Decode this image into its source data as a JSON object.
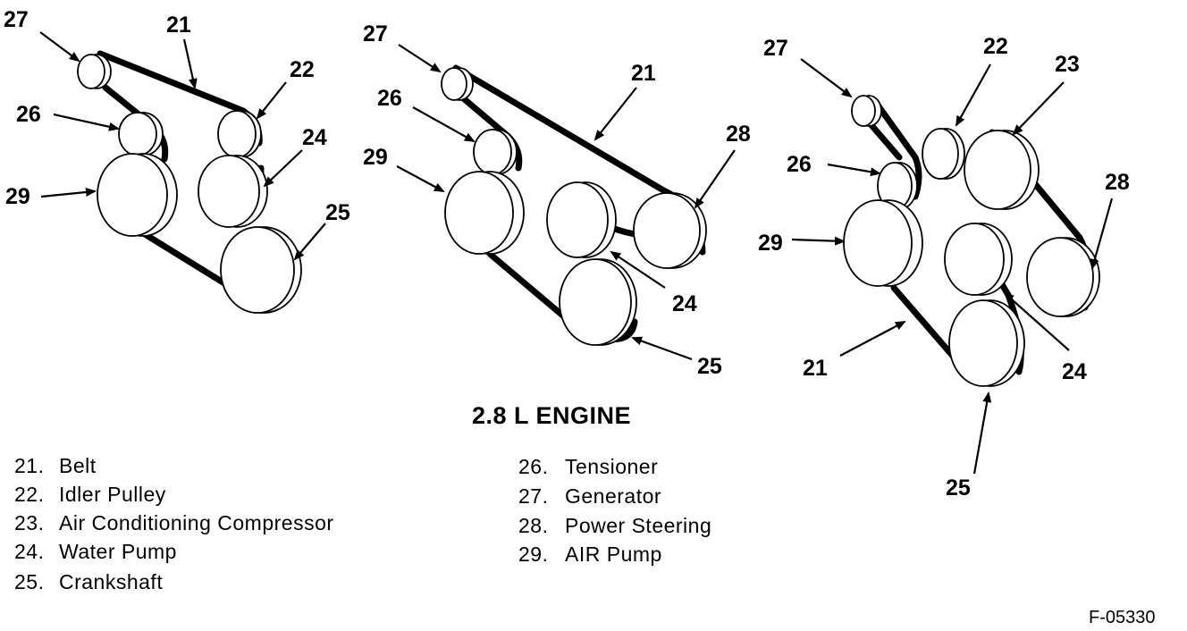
{
  "title": "2.8 L ENGINE",
  "figure_id": "F-05330",
  "legend": [
    {
      "num": "21.",
      "label": "Belt"
    },
    {
      "num": "22.",
      "label": "Idler Pulley"
    },
    {
      "num": "23.",
      "label": "Air Conditioning Compressor"
    },
    {
      "num": "24.",
      "label": "Water Pump"
    },
    {
      "num": "25.",
      "label": "Crankshaft"
    },
    {
      "num": "26.",
      "label": "Tensioner"
    },
    {
      "num": "27.",
      "label": "Generator"
    },
    {
      "num": "28.",
      "label": "Power Steering"
    },
    {
      "num": "29.",
      "label": "AIR Pump"
    }
  ],
  "callouts": {
    "c21": "21",
    "c22": "22",
    "c23": "23",
    "c24": "24",
    "c25": "25",
    "c26": "26",
    "c27": "27",
    "c28": "28",
    "c29": "29"
  }
}
